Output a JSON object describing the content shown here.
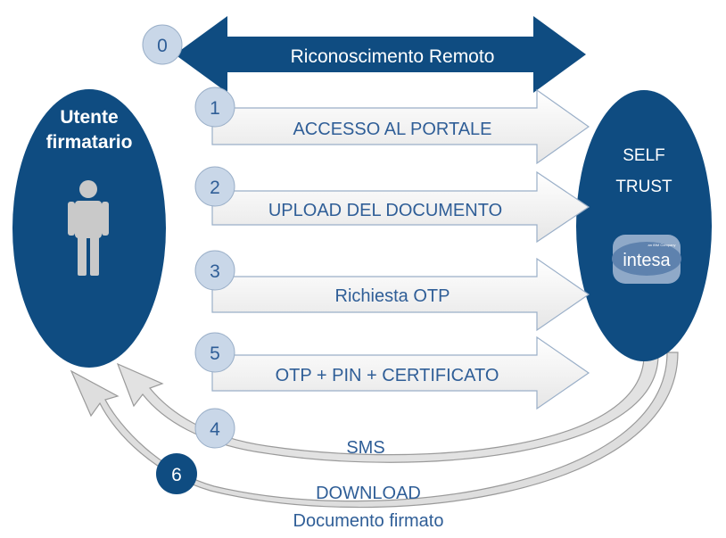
{
  "colors": {
    "dark_blue": "#0F4C81",
    "light_blue": "#C9D7E8",
    "arrow_fill": "#F0F0F0",
    "arrow_stroke": "#9AAFC8",
    "text_blue": "#2F5E97",
    "return_dark": "#B4B4B4"
  },
  "left_node": {
    "title_line1": "Utente",
    "title_line2": "firmatario",
    "icon": "person-icon"
  },
  "right_node": {
    "title_line1": "SELF",
    "title_line2": "TRUST",
    "logo_text": "intesa",
    "logo_small_text": "an IBM Company"
  },
  "steps": [
    {
      "num": "0",
      "label": "Riconoscimento Remoto"
    },
    {
      "num": "1",
      "label": "ACCESSO AL PORTALE"
    },
    {
      "num": "2",
      "label": "UPLOAD DEL DOCUMENTO"
    },
    {
      "num": "3",
      "label": "Richiesta OTP"
    },
    {
      "num": "5",
      "label": "OTP + PIN + CERTIFICATO"
    },
    {
      "num": "4",
      "label": "SMS"
    },
    {
      "num": "6",
      "label_line1": "DOWNLOAD",
      "label_line2": "Documento firmato"
    }
  ]
}
